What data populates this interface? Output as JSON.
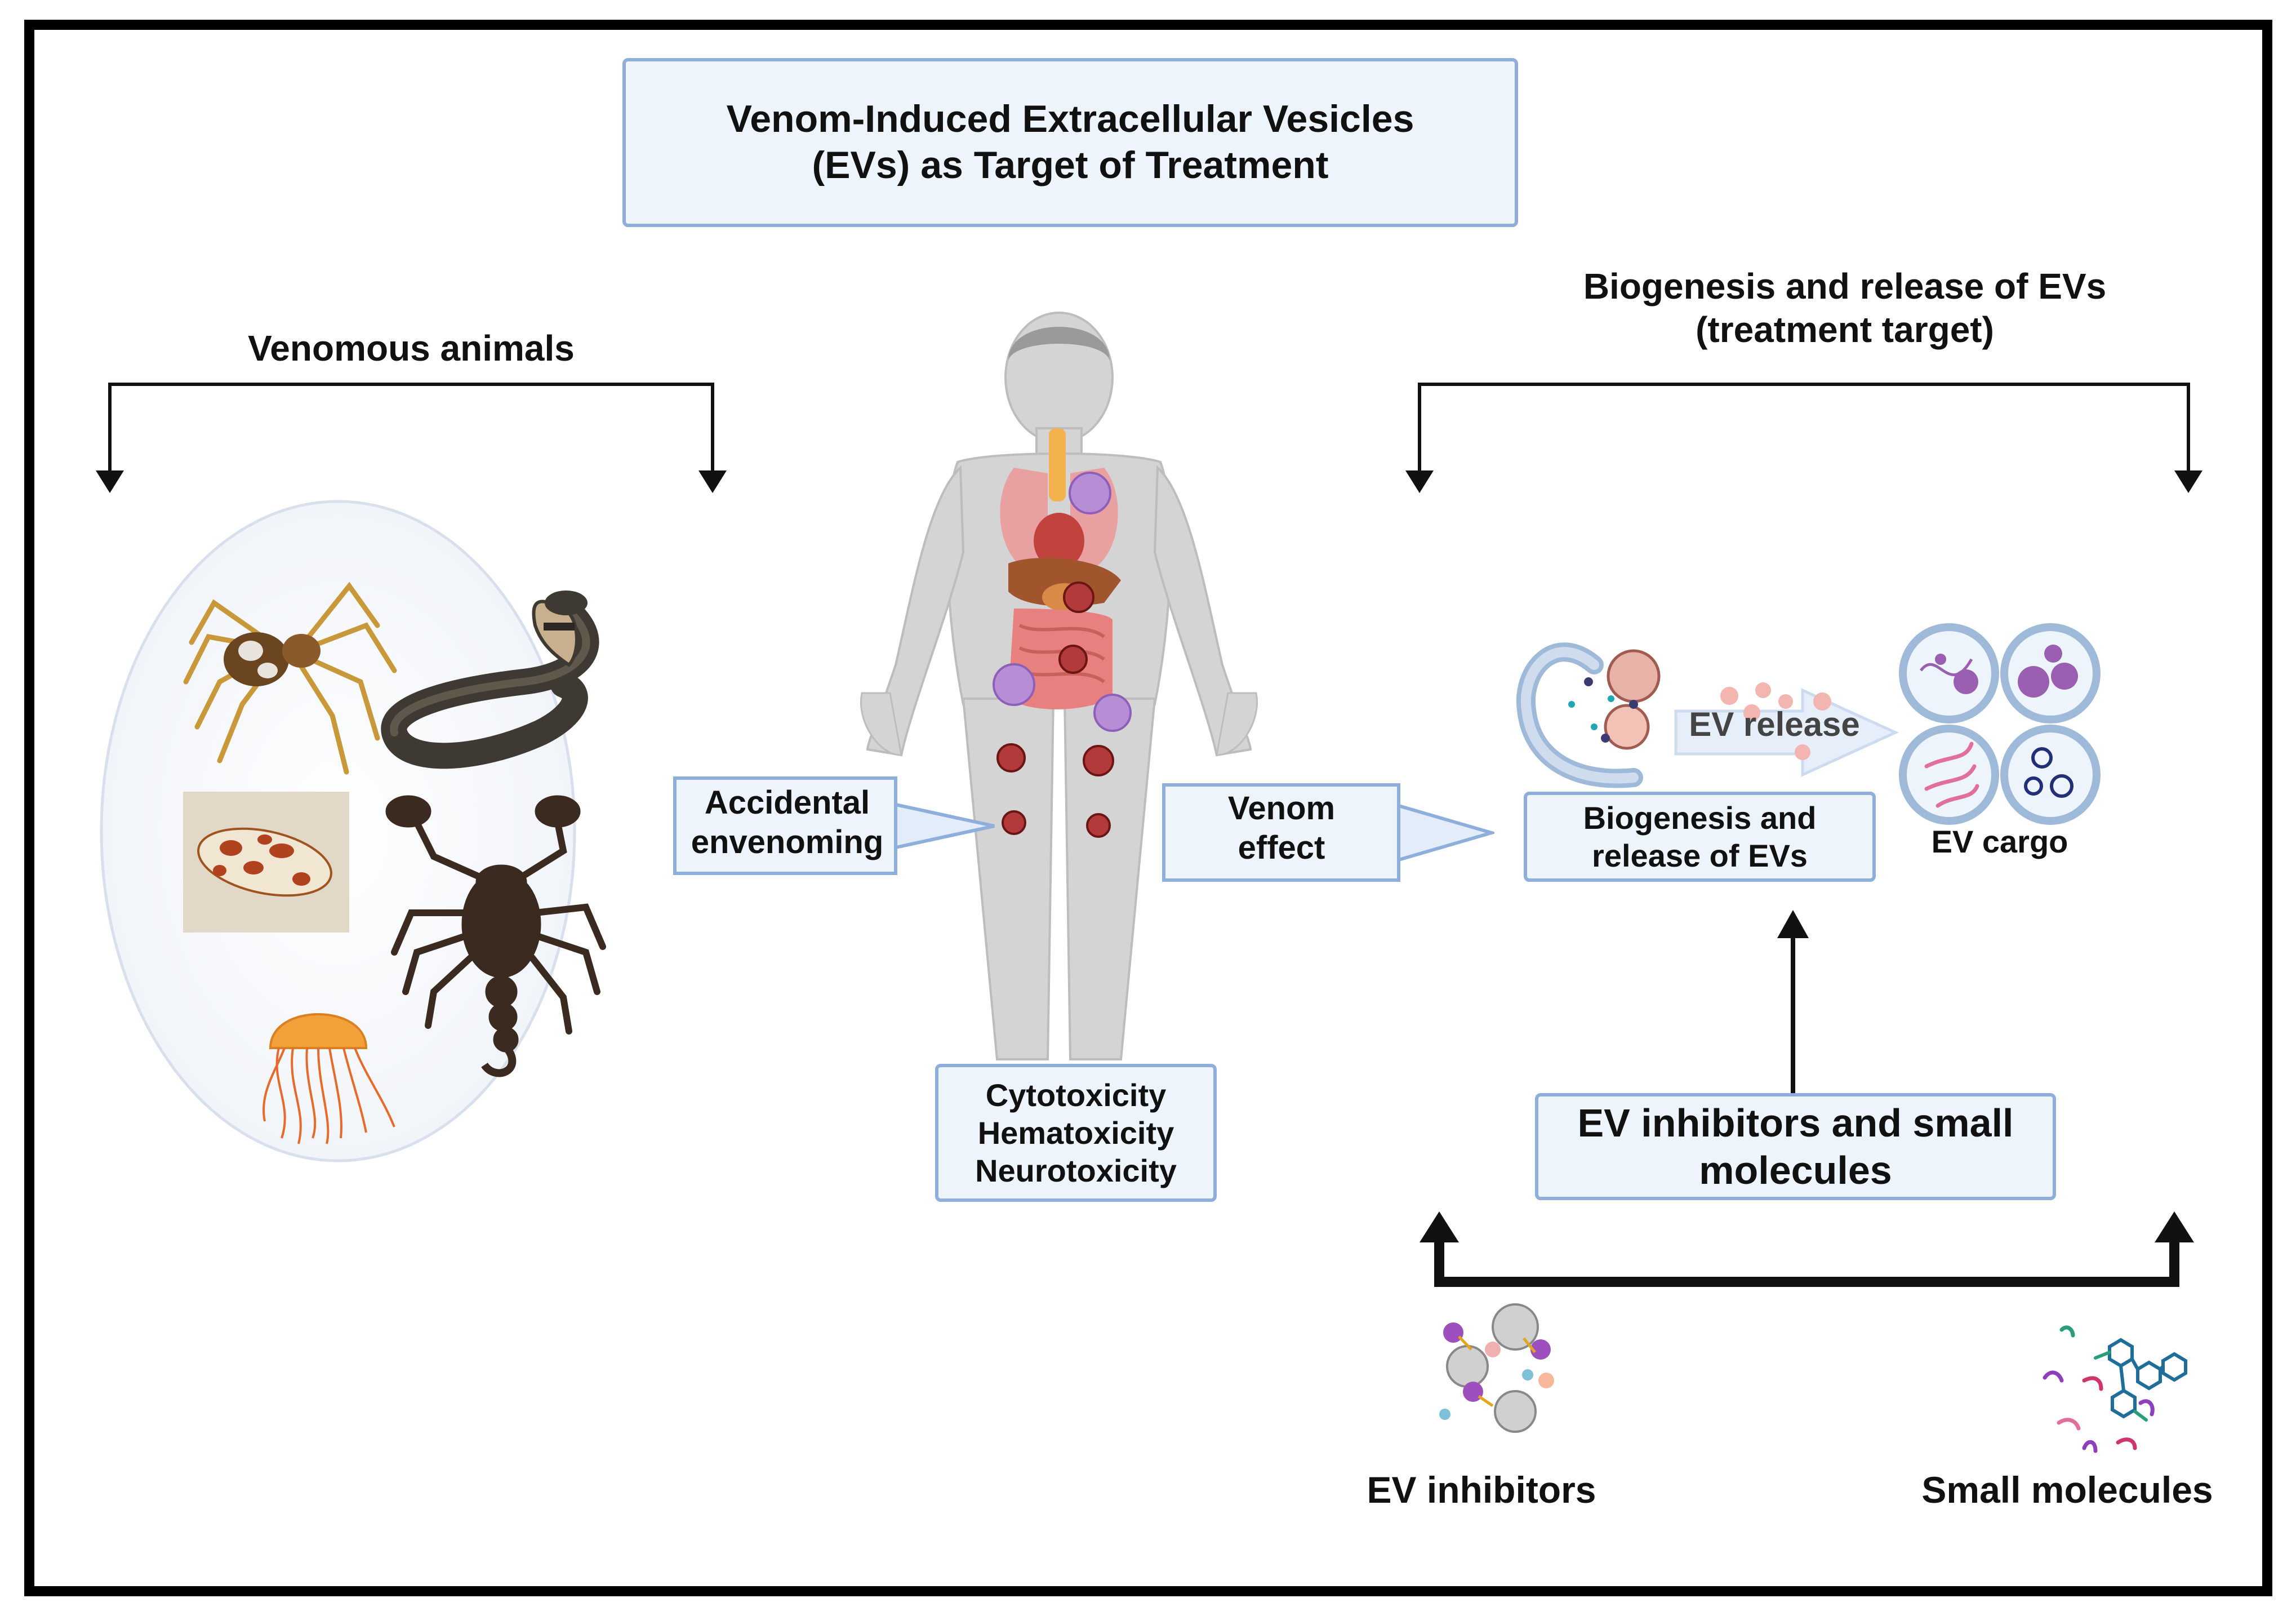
{
  "title": {
    "line1": "Venom-Induced Extracellular Vesicles",
    "line2": "(EVs) as Target of Treatment"
  },
  "left_section": {
    "heading": "Venomous animals",
    "animals": [
      "spider-icon",
      "cobra-icon",
      "cone-snail-icon",
      "scorpion-icon",
      "jellyfish-icon"
    ]
  },
  "arrows": {
    "accidental_line1": "Accidental",
    "accidental_line2": "envenoming",
    "venom_line1": "Venom",
    "venom_line2": "effect",
    "ev_release": "EV release"
  },
  "toxicity": [
    "Cytotoxicity",
    "Hematoxicity",
    "Neurotoxicity"
  ],
  "right_section": {
    "heading_line1": "Biogenesis and release of EVs",
    "heading_line2": "(treatment target)",
    "biogenesis_line1": "Biogenesis and",
    "biogenesis_line2": "release of EVs",
    "ev_cargo": "EV cargo",
    "inhibitors_box_line1": "EV inhibitors and small",
    "inhibitors_box_line2": "molecules",
    "ev_inhibitors": "EV inhibitors",
    "small_molecules": "Small molecules"
  },
  "colors": {
    "frame": "#000000",
    "box_fill": "#eef4fc",
    "box_border": "#8eaedc",
    "arrow_fill": "#e3edf9",
    "arrow_stroke": "#8eaedc",
    "body_gray": "#cfcfcf",
    "organ_red": "#d9736c",
    "lesion": "#b23a3a",
    "virus_purple": "#b78ed6"
  }
}
